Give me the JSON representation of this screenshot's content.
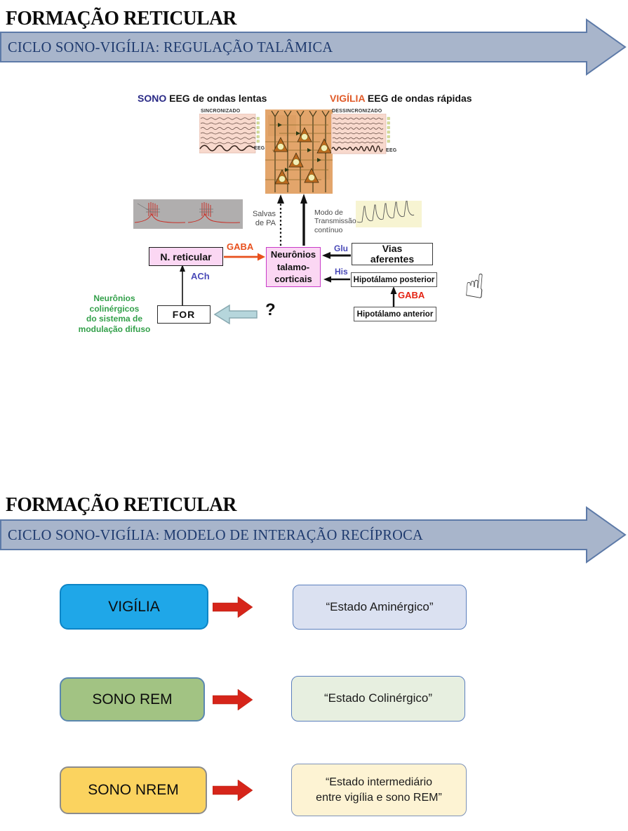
{
  "slide1": {
    "title": "FORMAÇÃO RETICULAR",
    "banner": "CICLO SONO-VIGÍLIA: REGULAÇÃO TALÂMICA",
    "eeg_left": {
      "state": "SONO",
      "caption": " EEG de ondas lentas",
      "panel_label": "SINCRONIZADO",
      "trace_label": "EEG"
    },
    "eeg_right": {
      "state": "VIGÍLIA",
      "caption": " EEG de ondas rápidas",
      "panel_label": "DESSINCRONIZADO",
      "trace_label": "EEG"
    },
    "flow": {
      "salvas": "Salvas\nde PA",
      "modo": "Modo de\nTransmissão\ncontínuo",
      "n_reticular": "N. reticular",
      "talamo": "Neurônios\ntalamo-\ncorticais",
      "vias": "Vias\naferentes",
      "hipotalamo_posterior": "Hipotálamo posterior",
      "hipotalamo_anterior": "Hipotálamo anterior",
      "for_label": "FOR",
      "gaba_reticular": "GABA",
      "gaba_hipotalamo": "GABA",
      "ach": "ACh",
      "glu": "Glu",
      "his": "His",
      "question": "?",
      "green_note": "Neurônios\ncolinérgicos\ndo sistema de\nmodulação difuso"
    }
  },
  "slide2": {
    "title": "FORMAÇÃO RETICULAR",
    "banner": "CICLO SONO-VIGÍLIA: MODELO DE INTERAÇÃO RECÍPROCA",
    "rows": [
      {
        "state": "VIGÍLIA",
        "description": "“Estado Aminérgico”",
        "state_color": "#1fa7e8",
        "desc_color": "#dbe1f1"
      },
      {
        "state": "SONO REM",
        "description": "“Estado Colinérgico”",
        "state_color": "#a2c383",
        "desc_color": "#e7efe0"
      },
      {
        "state": "SONO NREM",
        "description": "“Estado intermediário\nentre vigília e sono REM”",
        "state_color": "#fbd35f",
        "desc_color": "#fdf3d3"
      }
    ]
  },
  "colors": {
    "banner_fill": "#a8b5cb",
    "banner_border": "#5d7aa8",
    "banner_text": "#1e3a6e",
    "gaba_arrow": "#e8501d",
    "red_arrow": "#d6251a",
    "green_note": "#33a04a"
  }
}
